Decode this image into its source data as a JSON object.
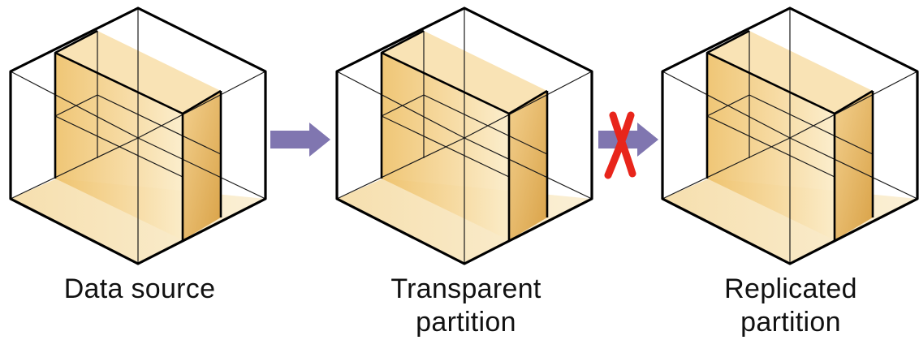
{
  "diagram": {
    "stages": [
      {
        "label_lines": [
          "Data source"
        ]
      },
      {
        "label_lines": [
          "Transparent",
          "partition"
        ]
      },
      {
        "label_lines": [
          "Replicated",
          "partition"
        ]
      }
    ],
    "arrows": [
      {
        "from": "Data source",
        "to": "Transparent partition",
        "blocked": false
      },
      {
        "from": "Transparent partition",
        "to": "Replicated partition",
        "blocked": true
      }
    ],
    "colors": {
      "cube_edge": "#000000",
      "thin_edge": "#222222",
      "slab_dark": "#e3b15a",
      "slab_light": "#f8e2b3",
      "floor": "#f7e5bd",
      "arrow": "#8076b0",
      "block_mark": "#e8251b"
    }
  }
}
